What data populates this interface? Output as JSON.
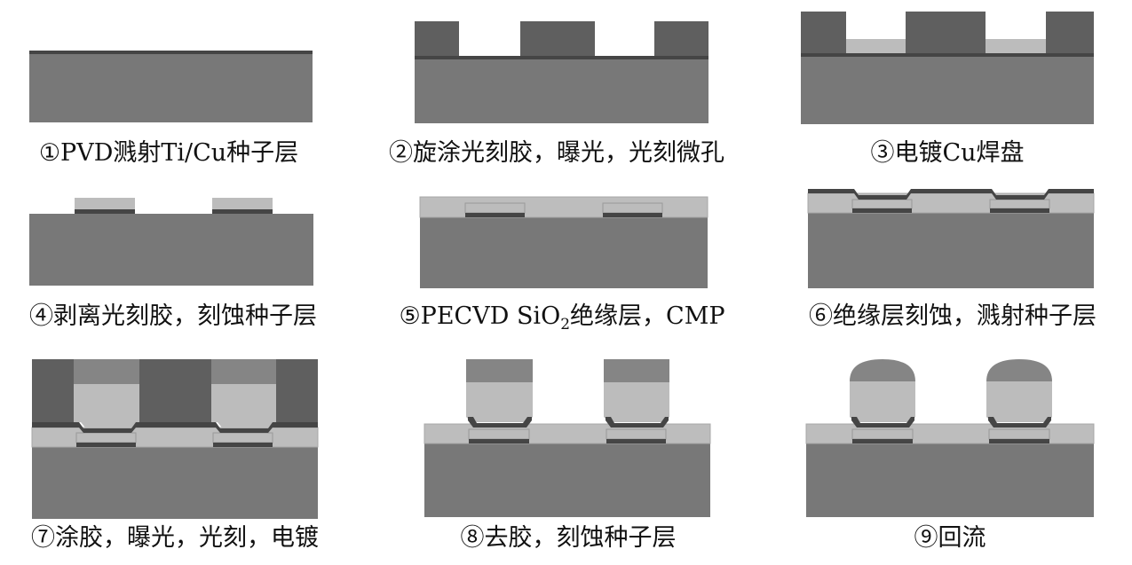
{
  "steps": [
    {
      "label": "①PVD溅射Ti/Cu种子层"
    },
    {
      "label": "②旋涂光刻胶，曝光，光刻微孔"
    },
    {
      "label": "③电镀Cu焊盘"
    },
    {
      "label": "④剥离光刻胶，刻蚀种子层"
    },
    {
      "label": "⑤PECVD SiO",
      "label_sub": "2",
      "label_tail": "绝缘层，CMP"
    },
    {
      "label": "⑥绝缘层刻蚀，溅射种子层"
    },
    {
      "label": "⑦涂胶，曝光，光刻，电镀"
    },
    {
      "label": "⑧去胶，刻蚀种子层"
    },
    {
      "label": "⑨回流"
    }
  ]
}
